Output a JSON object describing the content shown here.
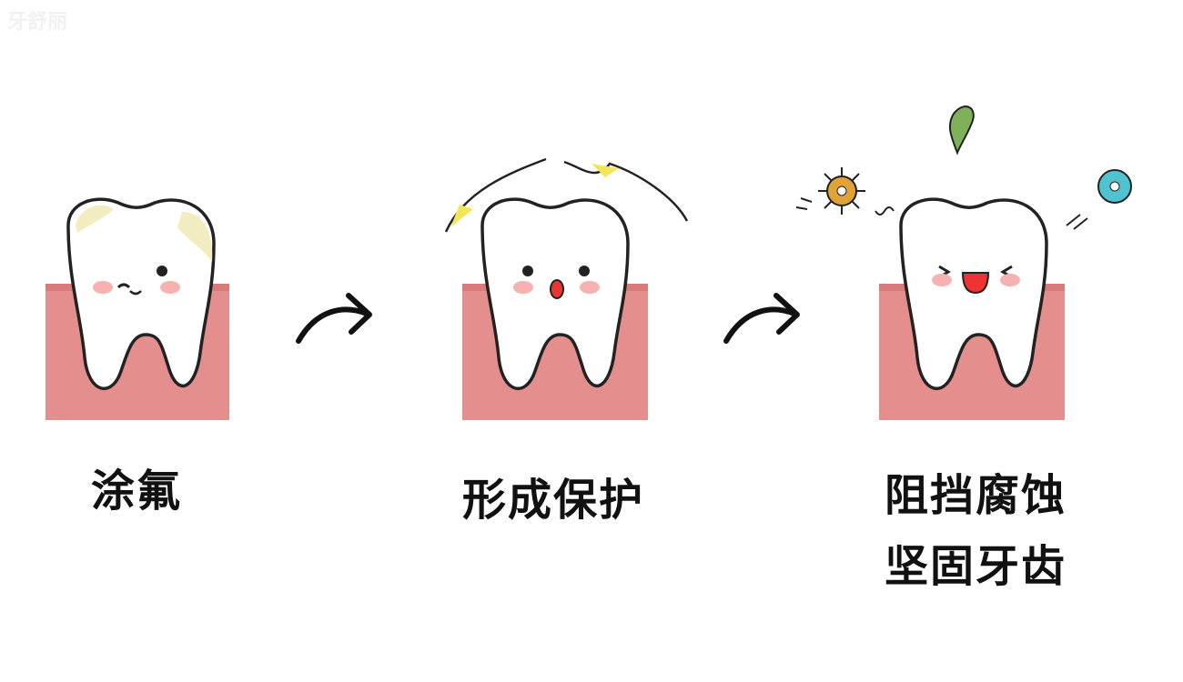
{
  "watermark": "牙舒丽",
  "steps": [
    {
      "label": "涂氟",
      "state": "fluoride-applied"
    },
    {
      "label": "形成保护",
      "state": "protection-forming"
    },
    {
      "label_line1": "阻挡腐蚀",
      "label_line2": "坚固牙齿",
      "state": "bacteria-blocked"
    }
  ],
  "colors": {
    "gum": "#e58e8e",
    "gum_top": "#d87b7b",
    "tooth": "#ffffff",
    "fluoride": "#f1edc0",
    "shield": "#f3e65a",
    "bacteria_orange": "#e0a33a",
    "bacteria_cyan": "#4fc3cf",
    "bacteria_green": "#7fb05a",
    "cheek": "#f6b1b1"
  }
}
